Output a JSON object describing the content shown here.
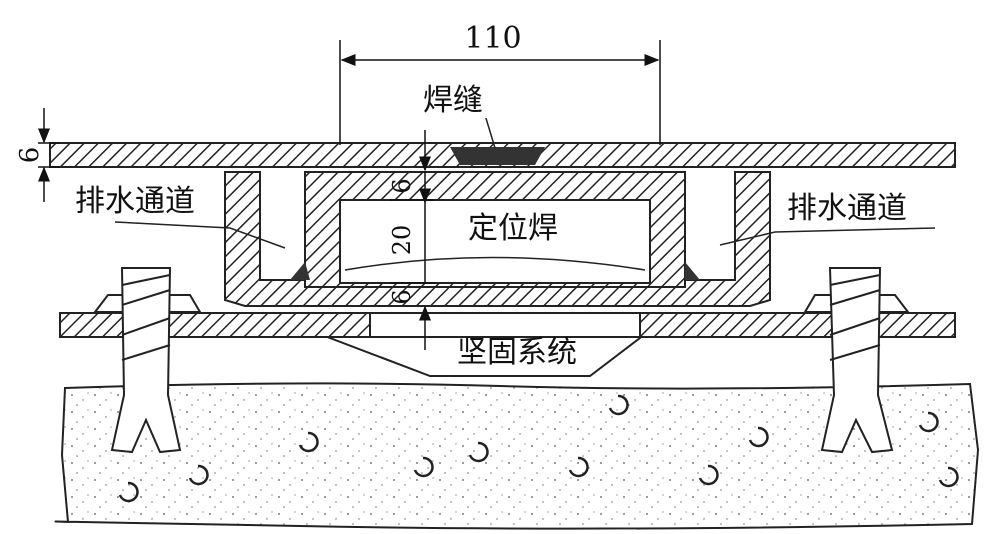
{
  "dimensions": {
    "width_label": "110",
    "top_plate_thickness": "6",
    "inner_top_thickness": "6",
    "inner_height": "20",
    "inner_bottom_thickness": "6"
  },
  "labels": {
    "weld": "焊缝",
    "drainage_left": "排水通道",
    "drainage_right": "排水通道",
    "tack_weld": "定位焊",
    "fastening_system": "坚固系统"
  },
  "colors": {
    "ink": "#1a1a1a",
    "weld": "#333333"
  }
}
